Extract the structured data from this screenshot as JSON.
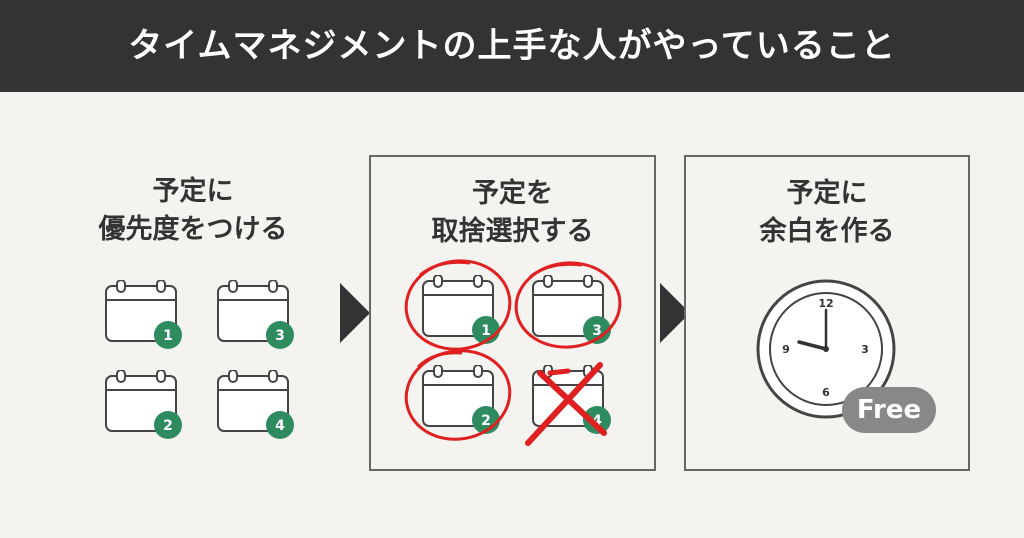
{
  "title": "タイムマネジメントの上手な人がやっていること",
  "panels": [
    {
      "title_line1": "予定に",
      "title_line2": "優先度をつける",
      "badges": [
        "1",
        "3",
        "2",
        "4"
      ]
    },
    {
      "title_line1": "予定を",
      "title_line2": "取捨選択する",
      "badges": [
        "1",
        "3",
        "2",
        "4"
      ]
    },
    {
      "title_line1": "予定に",
      "title_line2": "余白を作る"
    }
  ],
  "clock": {
    "n12": "12",
    "n3": "3",
    "n6": "6",
    "n9": "9"
  },
  "free_label": "Free",
  "colors": {
    "banner": "#333333",
    "badge": "#2e8b5f",
    "mark": "#e02020",
    "free": "#888888"
  }
}
